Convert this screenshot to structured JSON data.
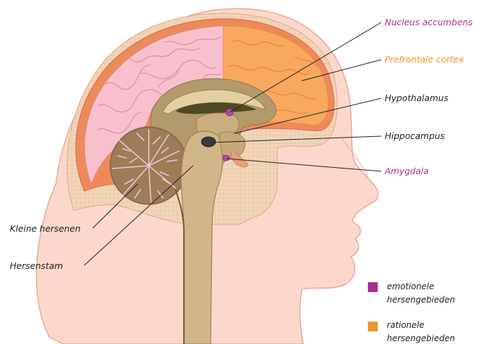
{
  "labels": {
    "nucleus_accumbens": "Nucleus accumbens",
    "prefrontale_cortex": "Prefrontale cortex",
    "hypothalamus": "Hypothalamus",
    "hippocampus": "Hippocampus",
    "amygdala": "Amygdala",
    "kleine_hersenen": "Kleine hersenen",
    "hersenstam": "Hersenstam"
  },
  "legend": {
    "emotional_line1": "emotionele",
    "emotional_line2": "hersengebieden",
    "rational_line1": "rationele",
    "rational_line2": "hersengebieden"
  },
  "colors": {
    "emotional": "#a8328f",
    "rational": "#f0942e",
    "text_dark": "#222222"
  }
}
